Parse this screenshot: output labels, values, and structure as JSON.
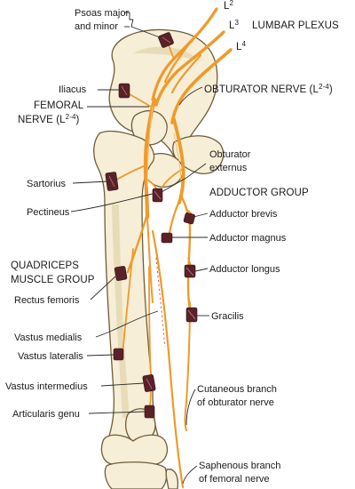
{
  "roots": {
    "l2": "L",
    "l3": "L",
    "l4": "L",
    "l2_sup": "2",
    "l3_sup": "3",
    "l4_sup": "4"
  },
  "headings": {
    "lumbar_plexus": "LUMBAR PLEXUS",
    "femoral_nerve_1": "FEMORAL",
    "femoral_nerve_2": "NERVE (L",
    "femoral_sup": "2-4",
    "obturator_nerve": "OBTURATOR NERVE (L",
    "obturator_sup": "2-4",
    "adductor_group": "ADDUCTOR GROUP",
    "quadriceps_1": "QUADRICEPS",
    "quadriceps_2": "MUSCLE GROUP"
  },
  "muscles": {
    "psoas_1": "Psoas major",
    "psoas_2": "and minor",
    "iliacus": "Iliacus",
    "sartorius": "Sartorius",
    "pectineus": "Pectineus",
    "obturator_ext_1": "Obturator",
    "obturator_ext_2": "externus",
    "adductor_brevis": "Adductor brevis",
    "adductor_magnus": "Adductor magnus",
    "adductor_longus": "Adductor longus",
    "gracilis": "Gracilis",
    "rectus_femoris": "Rectus femoris",
    "vastus_medialis": "Vastus medialis",
    "vastus_lateralis": "Vastus lateralis",
    "vastus_intermedius": "Vastus intermedius",
    "articularis_genu": "Articularis genu"
  },
  "branches": {
    "cutaneous_obturator_1": "Cutaneous branch",
    "cutaneous_obturator_2": "of obturator nerve",
    "saphenous_1": "Saphenous branch",
    "saphenous_2": "of femoral nerve"
  },
  "colors": {
    "nerve": "#ef9a2a",
    "bone": "#f6eed6",
    "muscle_stump": "#5a2228"
  }
}
